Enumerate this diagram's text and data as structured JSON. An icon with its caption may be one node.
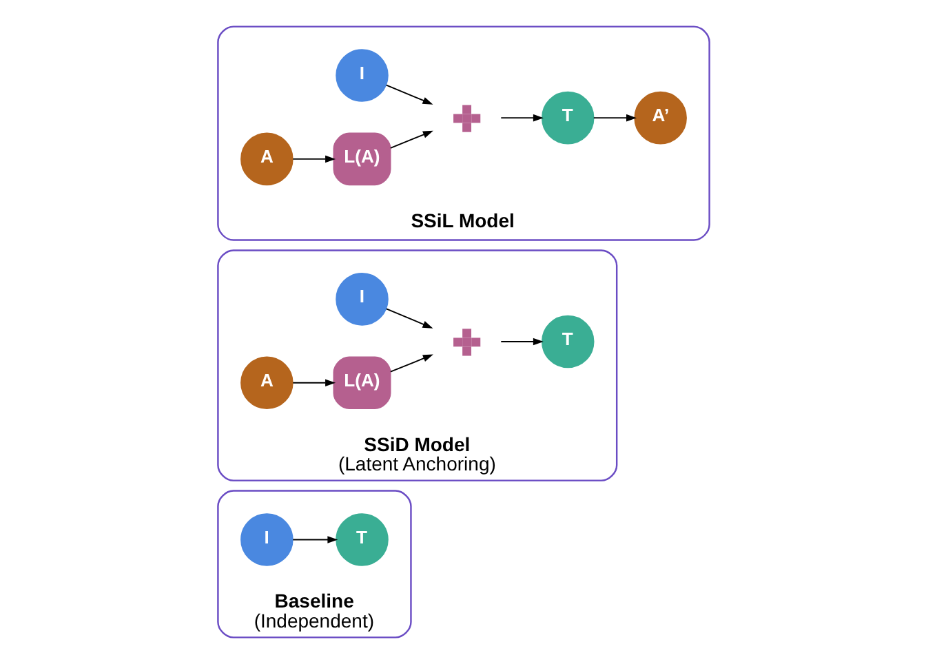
{
  "diagram": {
    "nodes": [
      {
        "text": [
          "Baseline",
          "(Independent)"
        ]
      },
      {
        "text": [
          "I"
        ],
        "in": 0
      },
      {
        "text": [
          "T"
        ],
        "in": 0
      },
      {
        "text": [
          "SSiD Model",
          "(Latent Anchoring)"
        ]
      },
      {
        "text": [
          "I"
        ],
        "in": 3
      },
      {
        "text": [],
        "shape": "plus",
        "in": 3
      },
      {
        "text": [
          "T"
        ],
        "in": 3
      },
      {
        "text": [
          "A"
        ],
        "in": 3
      },
      {
        "text": [
          "L(A)"
        ],
        "in": 3
      },
      {
        "text": [
          "SSiL Model"
        ]
      },
      {
        "text": [
          "I"
        ],
        "in": 9
      },
      {
        "text": [],
        "shape": "plus",
        "in": 9
      },
      {
        "text": [
          "T"
        ],
        "in": 9
      },
      {
        "text": [
          "A"
        ],
        "in": 9
      },
      {
        "text": [
          "L(A)"
        ],
        "in": 9
      },
      {
        "text": [
          "A’"
        ],
        "in": 9
      }
    ],
    "edges": [
      {
        "from": 1,
        "to": 2,
        "arrow": "to"
      },
      {
        "from": 4,
        "to": 5,
        "arrow": "to"
      },
      {
        "from": 8,
        "to": 5,
        "arrow": "to"
      },
      {
        "from": 5,
        "to": 6,
        "arrow": "to"
      },
      {
        "from": 7,
        "to": 8,
        "arrow": "to"
      },
      {
        "from": 10,
        "to": 11,
        "arrow": "to"
      },
      {
        "from": 14,
        "to": 11,
        "arrow": "to"
      },
      {
        "from": 11,
        "to": 12,
        "arrow": "to"
      },
      {
        "from": 13,
        "to": 14,
        "arrow": "to"
      },
      {
        "from": 12,
        "to": 15,
        "arrow": "to"
      }
    ]
  }
}
